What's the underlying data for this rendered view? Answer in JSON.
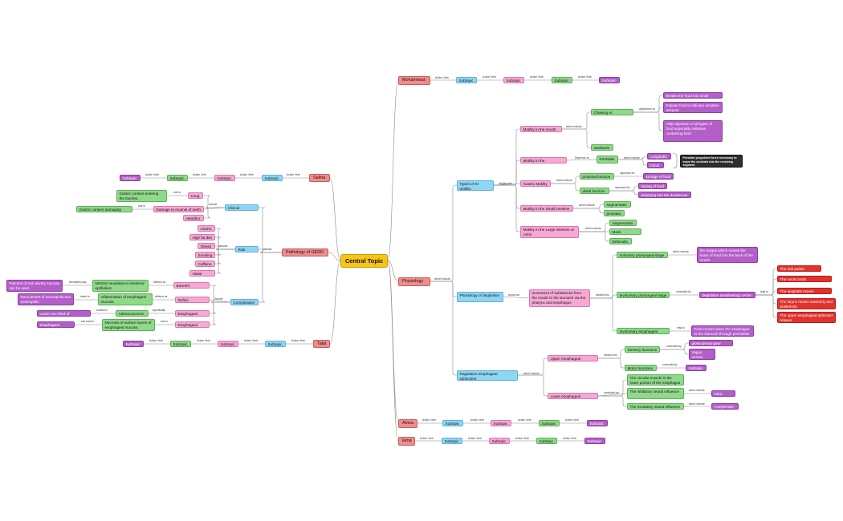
{
  "central": "Central Topic",
  "colors": {
    "central": "#f5c518",
    "main": "#f08c8c",
    "blue": "#8fd6f5",
    "pink": "#f7a8d4",
    "green": "#8fd98a",
    "purple": "#b45ec9",
    "red": "#e0332e",
    "dark": "#2e2e2e",
    "link": "#8a8a8a"
  },
  "topics": {
    "mohammad": "Mohammad",
    "salma": "Salma",
    "pathology": "Pathology of GERD",
    "physiology": "Physiology",
    "talal": "Talal",
    "amna": "Amna",
    "lama": "lama",
    "subtopic": "Subtopic 1"
  },
  "link_labels": {
    "action_verb": "Action Verb",
    "include": "include",
    "which_include": "which include",
    "divided_into": "divided into",
    "known_as": "known as",
    "depends_on": "Depends on",
    "dependent_on": "dependent on",
    "important_for": "important for",
    "controlled_by": "controlled by",
    "lead_to": "lead to",
    "defined_as": "defined as",
    "leads_to": "leads to",
    "specifically": "specifically",
    "located_in": "located in",
    "can_lead_to": "can lead to",
    "due_to": "due to",
    "simultaneously": "simultaneously"
  },
  "physiology": {
    "types_of_gi_motility": "Types of GI motility",
    "motility_mouth": "Motility in the mouth",
    "chewing": "Chewing or Mastication",
    "chewing_items": [
      "Breaks the food into small pieces",
      "Expose food to salivary amylase enzyme",
      "Help digestion of all types of food especially cellulose containing food"
    ],
    "swallowing": "swallowing",
    "motility_esophagus": "Motility in the  Esophagus",
    "peristalsis": "Peristalsis",
    "longitudinal": "Longitudinal",
    "circular": "Circular",
    "note": "Provides propulsive force necessary to move the contents into the receiving segment",
    "gastric_motility": "Gastric Motility",
    "proximal_function": "proximal function",
    "storage_of_food": "storage of food",
    "distal_function": "distal function",
    "mixing_of_food": "mixing of food",
    "emptying": "emptying into the duodenum",
    "motility_small": "Motility in the Small intestine",
    "segmentation": "segmentation",
    "peristalsis_small": "peristalsis",
    "motility_large": "Motility in the  Large intestine or colon",
    "segmentation_large": "Segmentation",
    "mass_movement": "Mass movement",
    "defecation": "Defecation",
    "deglutition": "Physiology of deglutition",
    "deglutition_def": "movement of substances from the mouth to the stomach via the pharynx and esophagus",
    "voluntary_stage": "Voluntary pharyngeal stage",
    "voluntary_desc": "the tongue which moves the bolus of food into the back of the mouth",
    "involuntary_pharyngeal": "Involuntary pharyngeal stage",
    "deglutition_center": "deglutition (swallowing) center",
    "red_items": [
      "The soft palate elevation",
      "The vocal cords approximated",
      "The epiglottis moves backward",
      "The larynx moves anteriorly and posteriorly",
      "The upper esophageal sphincter relaxes"
    ],
    "involuntary_esophageal": "Involuntary esophageal stage",
    "esophageal_desc": "Food moves down the esophagus to the stomach through peristalsis",
    "regulation": "Regulation esophageal sphincters",
    "upper_sphincter": "Upper esophageal sphincter",
    "sensory_functions": "Sensory functions",
    "glossopharyngeal": "glossopharyngeal nerve",
    "vagus": "Vagus nerves",
    "motor_functions": "Motor functions",
    "lower_sphincter": "Lower esophageal sphincter",
    "circular_muscle": "The circular muscle in the lower portion of the esophagus",
    "inhibitory": "The inhibitory neural influence",
    "nitric_oxide": "Nitric Oxide",
    "excitatory": "The excitatory neural influence",
    "acetylcholine": "Acetylcholine"
  },
  "pathology": {
    "clinical_symptoms": "Clinical symptoms",
    "cough": "Cough",
    "gastric_trachea": "Gastric content entering the trachea",
    "damage_enamel": "Damage to enamel of teeth",
    "gastric_teeth": "Gastric content damaging teeth",
    "heartburn": "Heartburn",
    "risk_factors": "Risk factors",
    "risks": [
      "Alcohol",
      "High fat diet",
      "Obesity",
      "Smoking",
      "Caffeine",
      "Hiatal Hernia"
    ],
    "complications": "Complications",
    "barrett": "Barrett's esophagus",
    "nkss": "NKSSS neoplasia to intestinal epithelium",
    "patches": "Patches of red velvety mucosa can be seen",
    "reflux": "Reflux esophagitis",
    "inflammation": "Inflammation of esophageal mucosa",
    "recruitment": "Recruitment of neutrophils and eosinophils",
    "cancer": "Esophageal cancer",
    "adenocarcinoma": "Adenocarcinoma",
    "lower_third": "Lower one third of esophagus",
    "ulcers": "Esophageal ulcers",
    "necrosis": "Necrosis of surface layers of esophageal mucosa",
    "stricture": "Esophageal stricture"
  }
}
